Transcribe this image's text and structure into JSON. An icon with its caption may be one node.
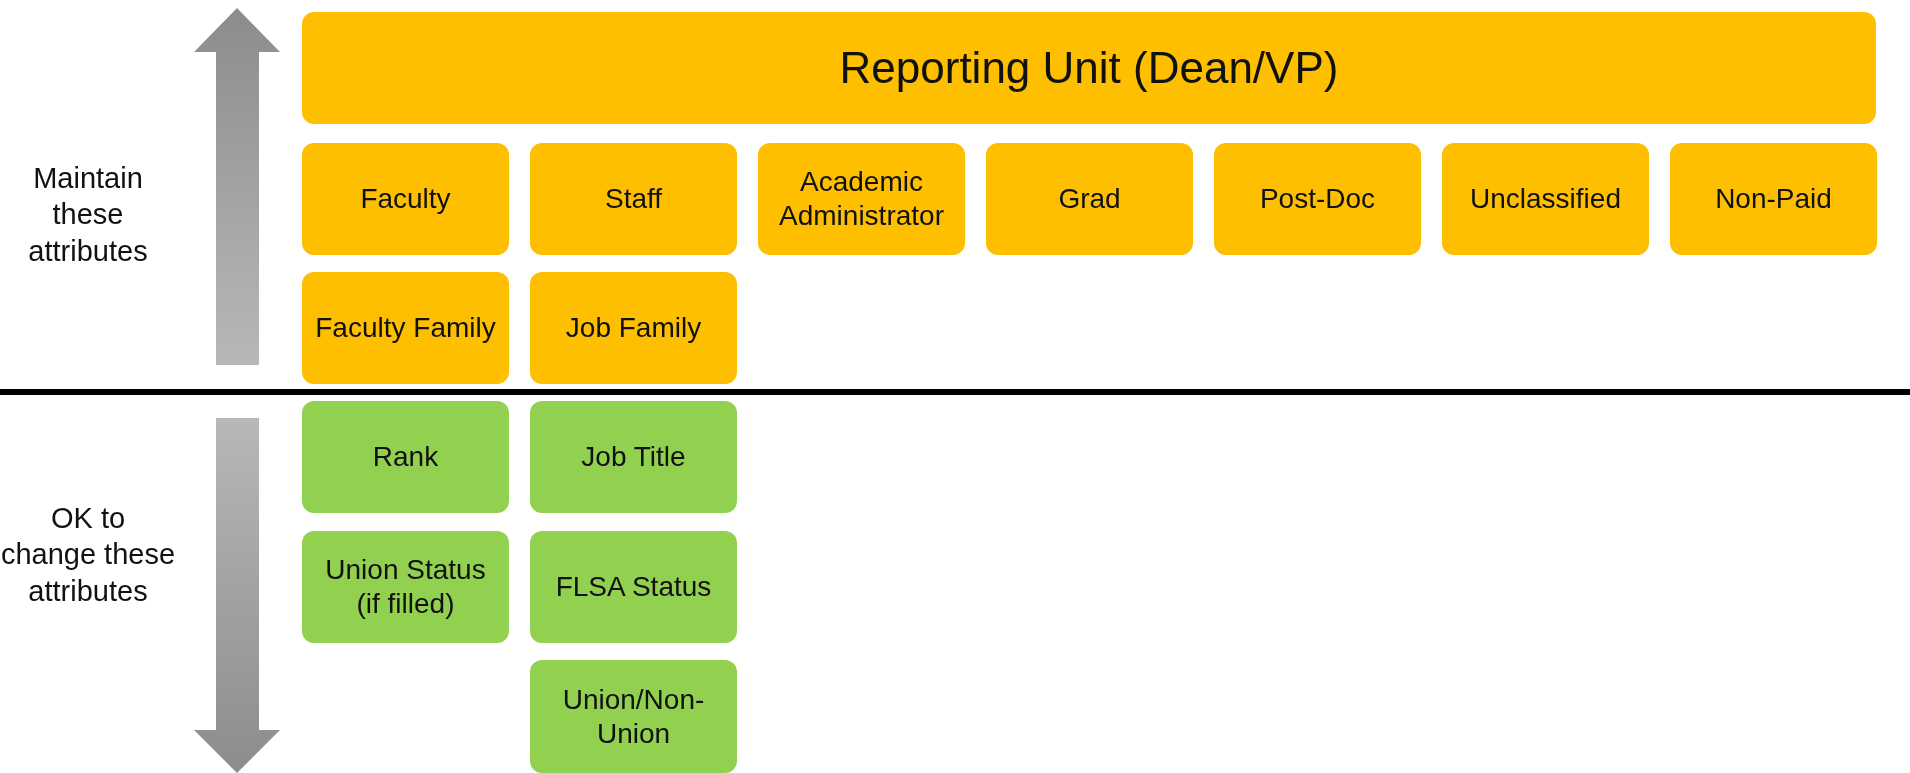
{
  "diagram": {
    "nodes": [
      {
        "text": [
          "Reporting Unit (Dean/VP)"
        ]
      },
      {
        "text": [
          "Faculty"
        ]
      },
      {
        "text": [
          "Staff"
        ]
      },
      {
        "text": [
          "Academic Administrator"
        ]
      },
      {
        "text": [
          "Grad"
        ]
      },
      {
        "text": [
          "Post-Doc"
        ]
      },
      {
        "text": [
          "Unclassified"
        ]
      },
      {
        "text": [
          "Non-Paid"
        ]
      },
      {
        "text": [
          "Faculty Family"
        ]
      },
      {
        "text": [
          "Job Family"
        ]
      },
      {
        "text": [
          "Rank"
        ]
      },
      {
        "text": [
          "Job Title"
        ]
      },
      {
        "text": [
          "Union Status (if filled)"
        ]
      },
      {
        "text": [
          "FLSA Status"
        ]
      },
      {
        "text": [
          "Union/Non-Union"
        ]
      }
    ],
    "edges": [],
    "labels": [
      "Maintain these attributes",
      "OK to change these attributes"
    ]
  }
}
